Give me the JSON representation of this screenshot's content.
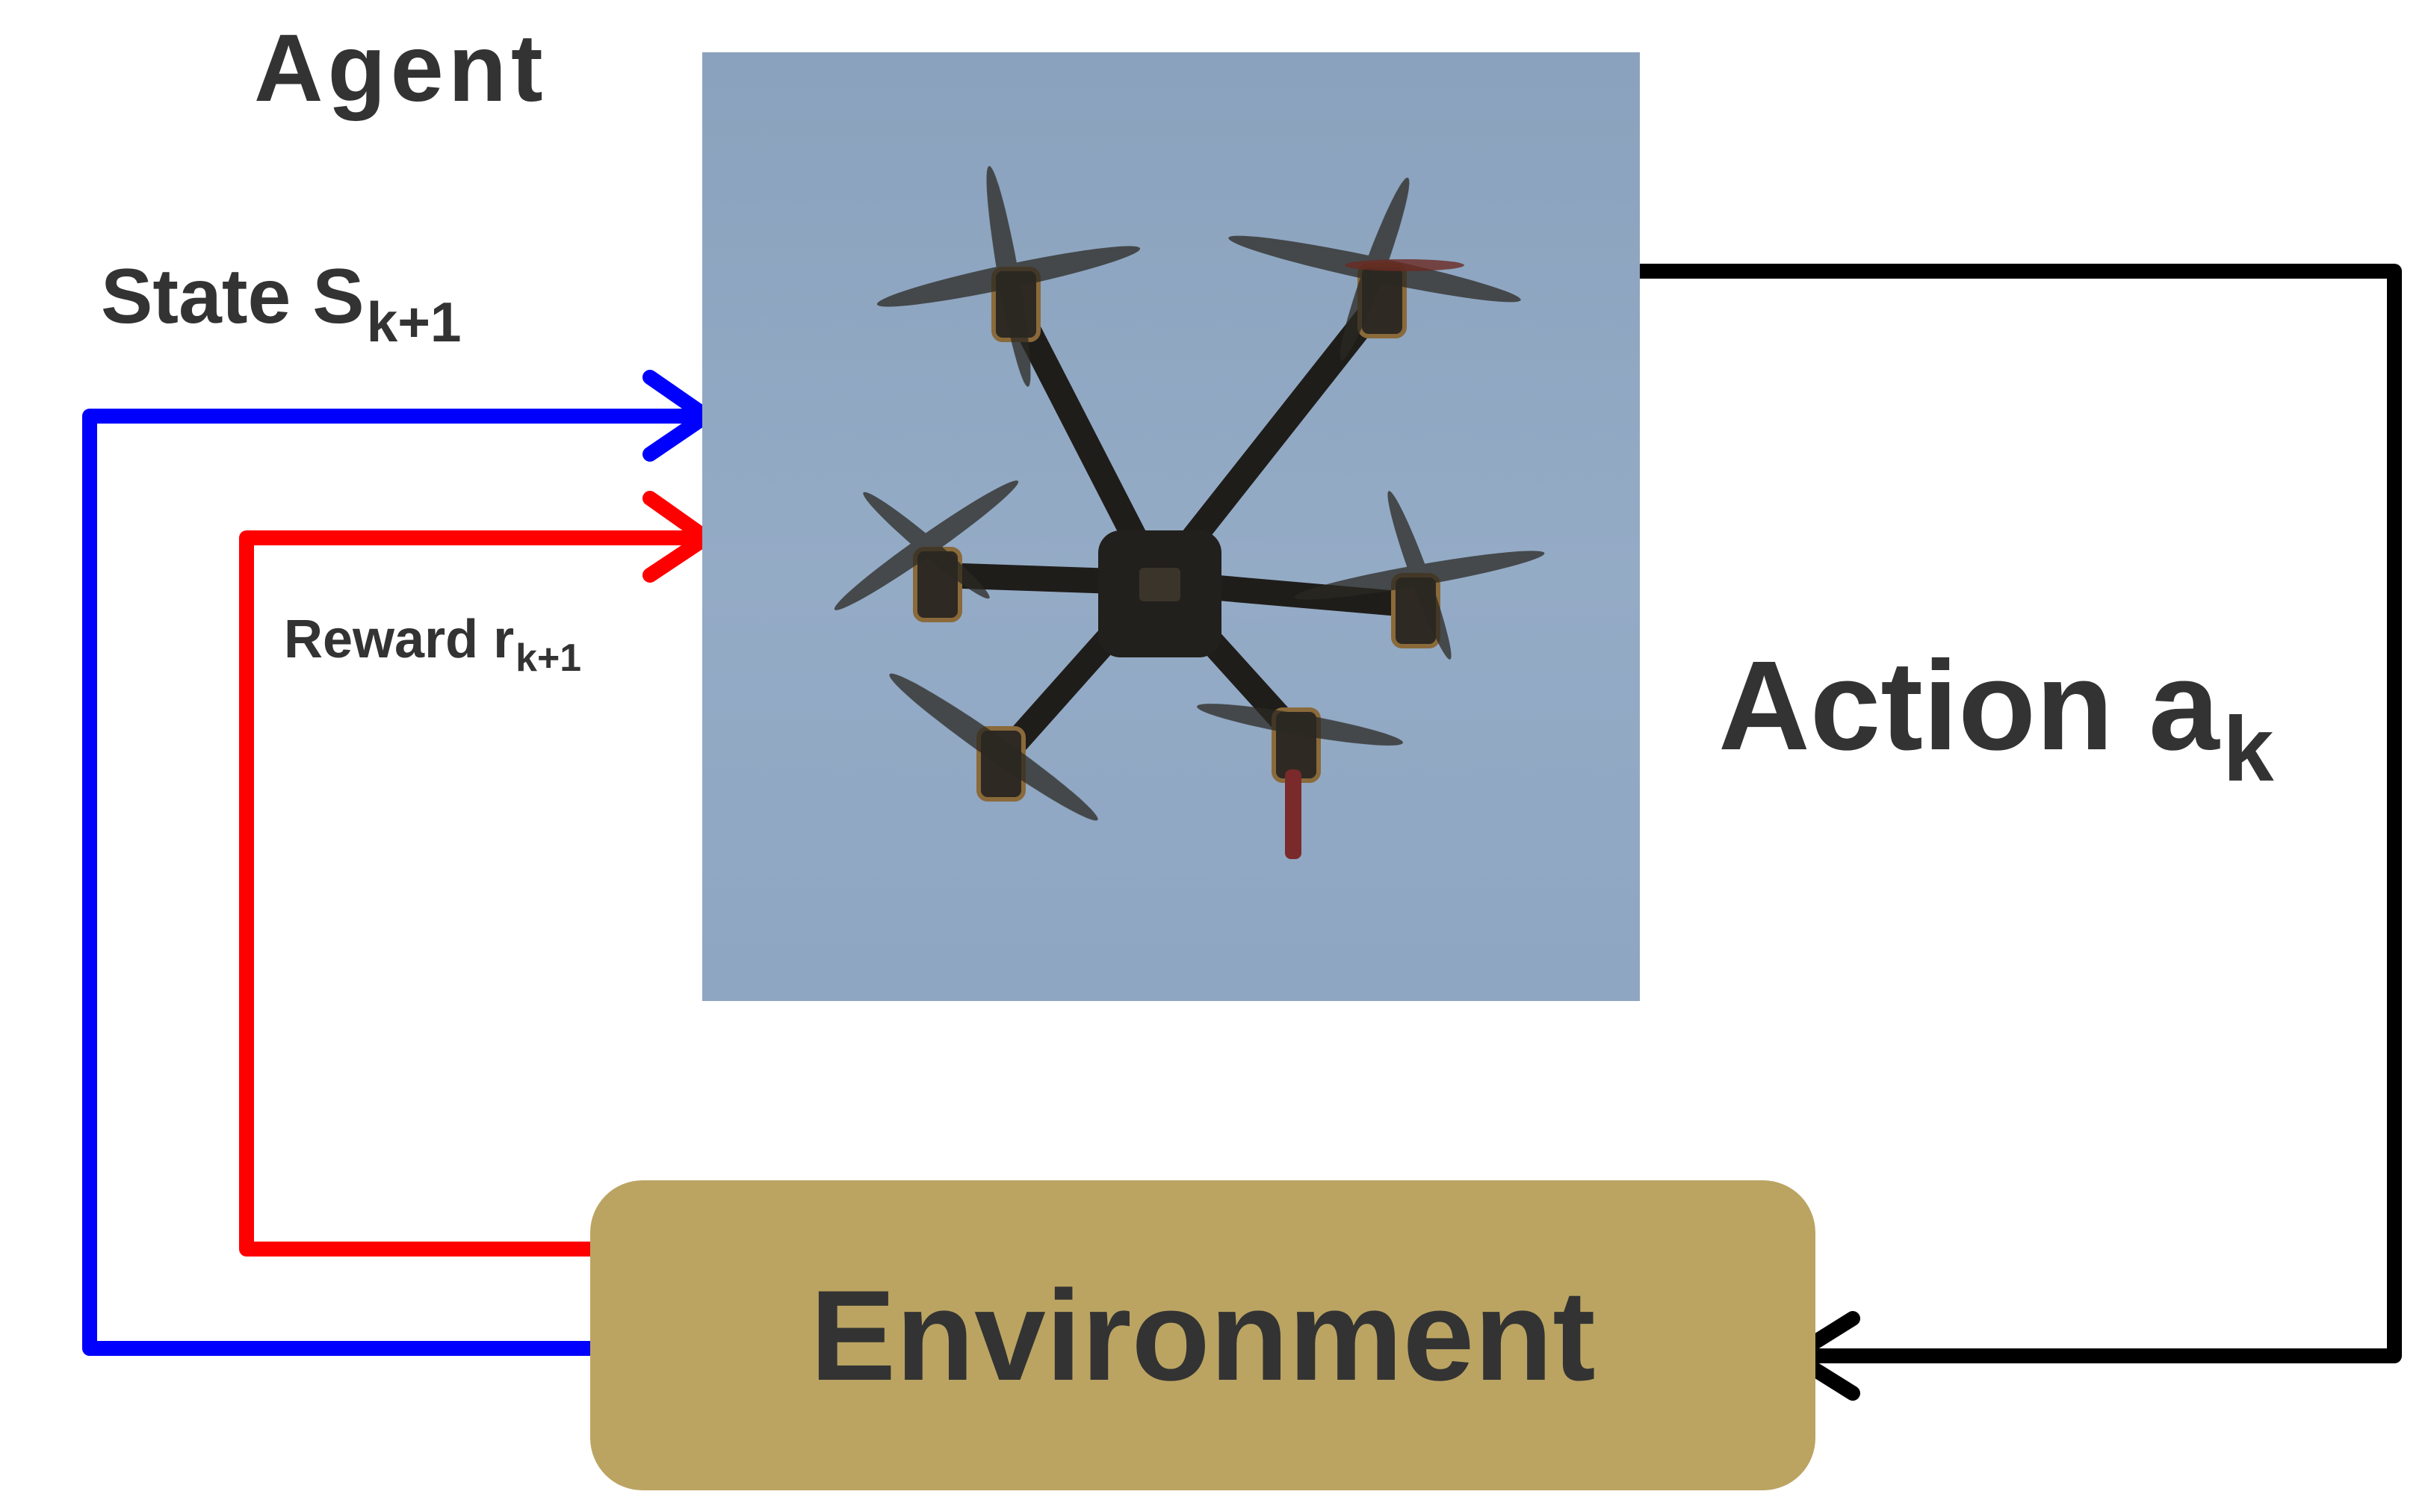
{
  "diagram": {
    "agent_label": "Agent",
    "state_label": {
      "main": "State S",
      "sub": "k+1"
    },
    "reward_label": {
      "main": "Reward r",
      "sub": "k+1"
    },
    "action_label": {
      "main": "Action a",
      "sub": "k"
    },
    "environment_label": "Environment",
    "agent_image": "hexacopter-drone-photo",
    "colors": {
      "state_arrow": "#0000ff",
      "reward_arrow": "#ff0000",
      "action_arrow": "#000000",
      "environment_fill": "#bba462",
      "text": "#333333",
      "sky": "#8fa7c2"
    }
  }
}
